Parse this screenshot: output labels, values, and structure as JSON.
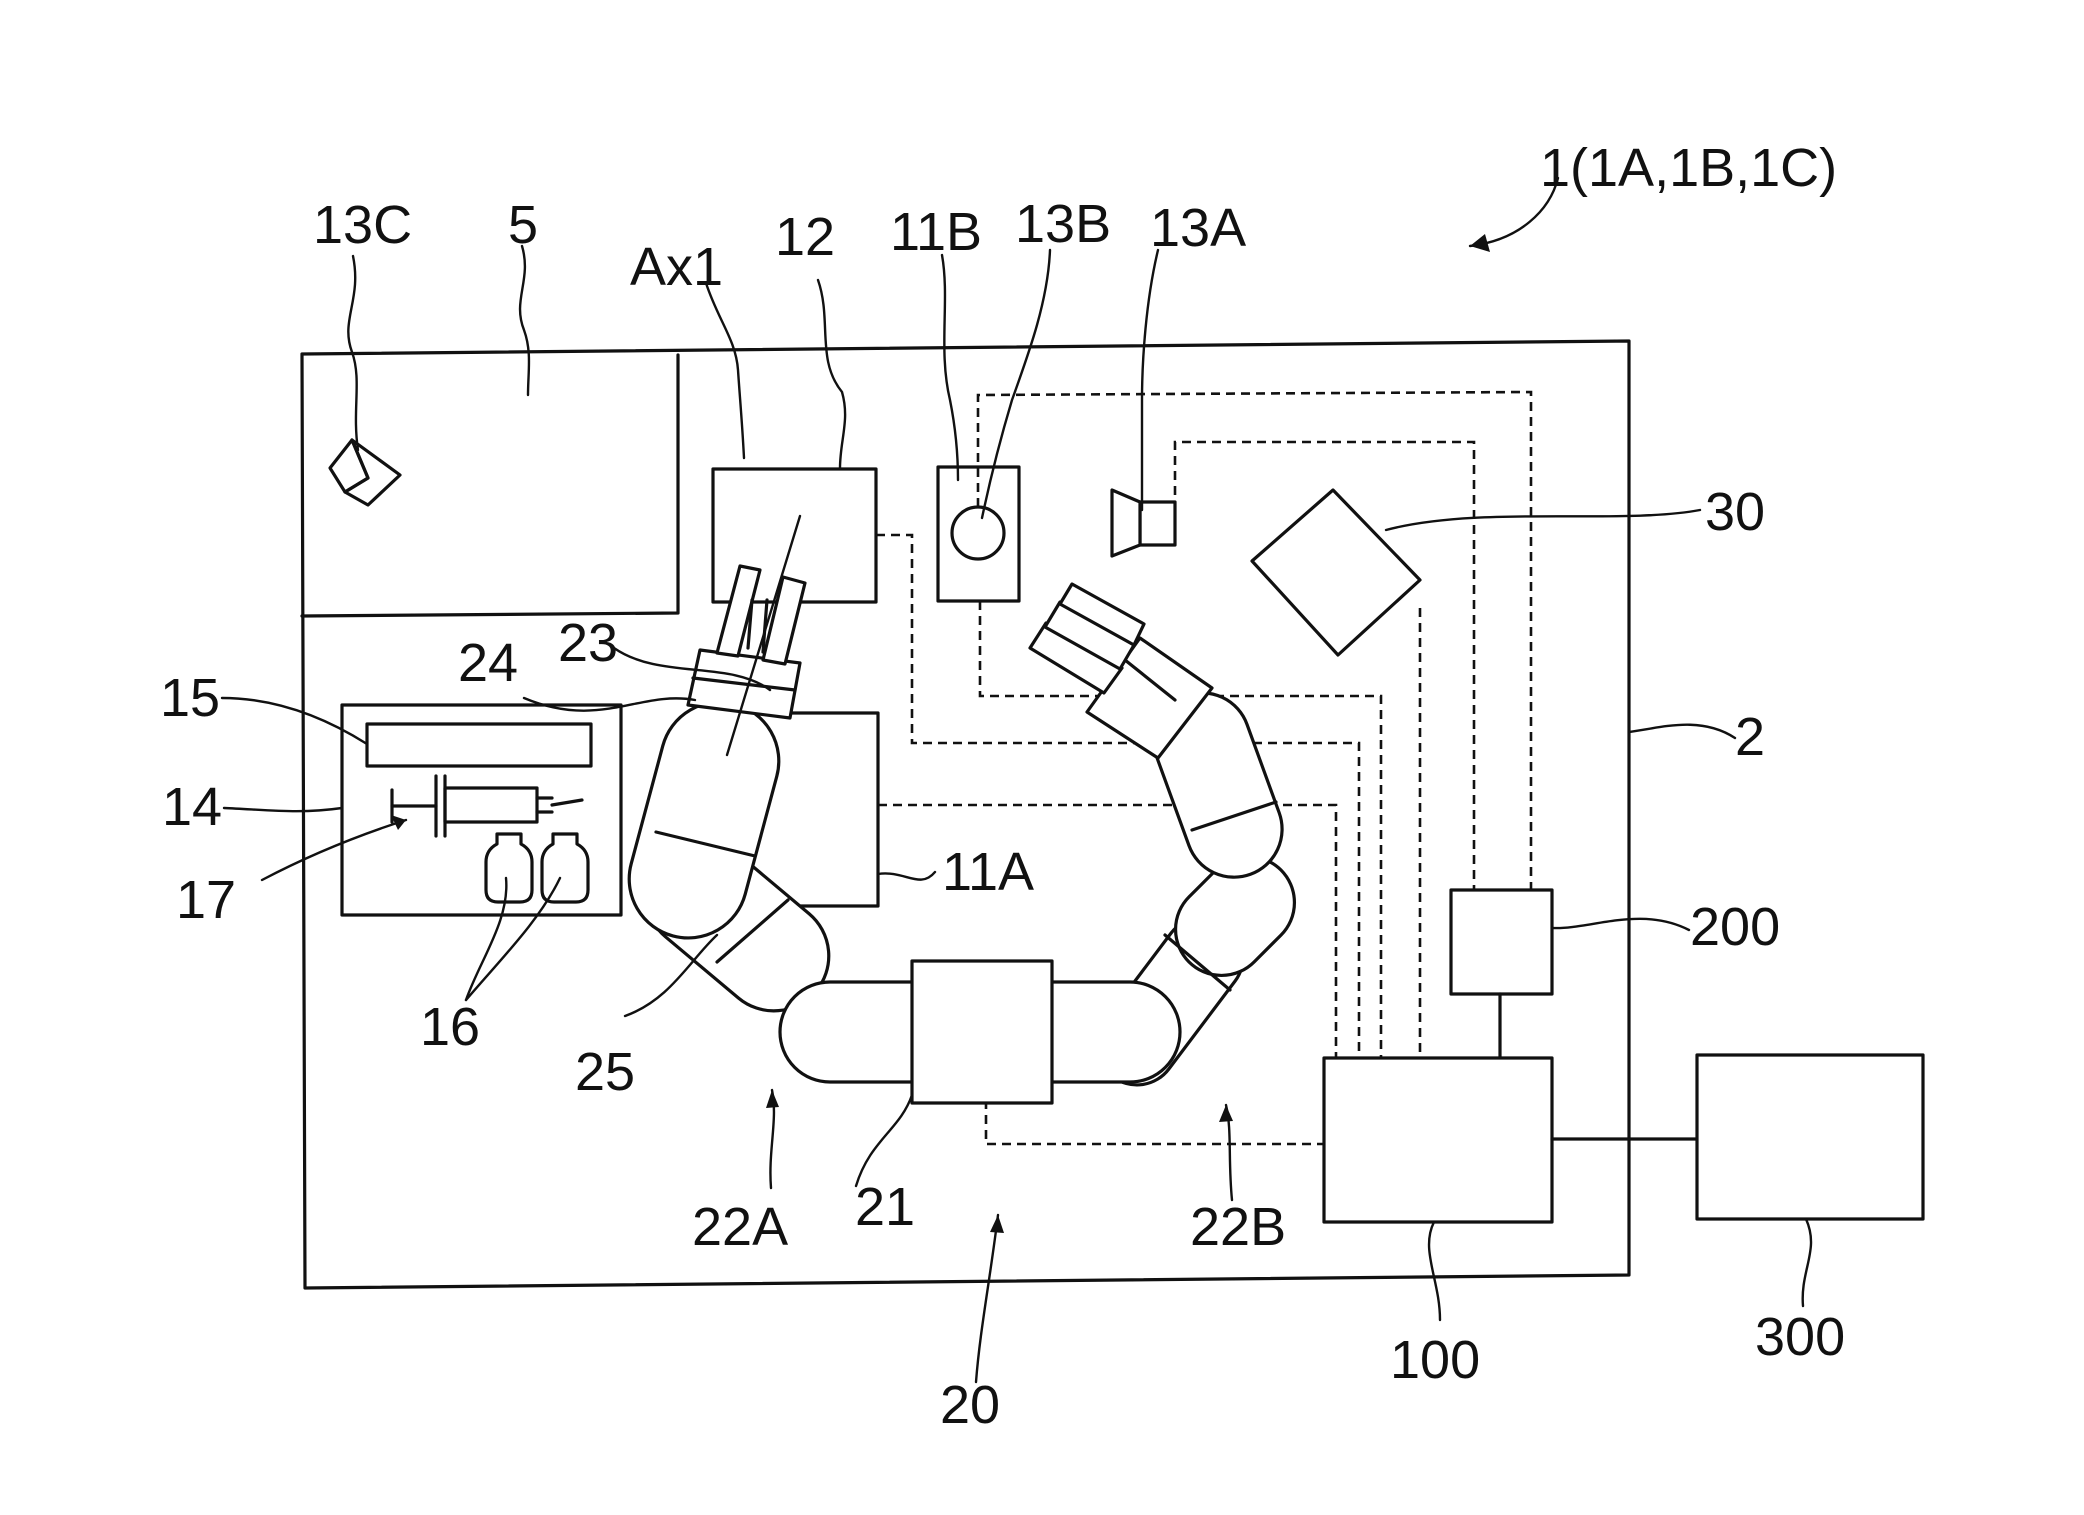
{
  "figure": {
    "reference_numerals": {
      "system": "1(1A,1B,1C)",
      "cell": "2",
      "robot": "20",
      "base": "21",
      "arm_a": "22A",
      "arm_b": "22B",
      "hand": "23",
      "link_24": "24",
      "link_25": "25",
      "camera_a": "13A",
      "camera_b": "13B",
      "camera_c": "13C",
      "device_11a": "11A",
      "device_11b": "11B",
      "device_12": "12",
      "axis": "Ax1",
      "area_5": "5",
      "tray": "14",
      "tray_item": "15",
      "containers": "16",
      "syringe": "17",
      "unit_30": "30",
      "controller_100": "100",
      "controller_200": "200",
      "host_300": "300"
    }
  }
}
